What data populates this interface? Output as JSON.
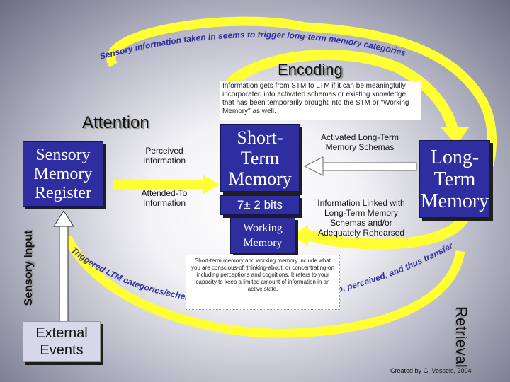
{
  "diagram": {
    "arc_text_top": "Sensory information taken in seems to trigger long-term memory categories or schemas",
    "arc_text_bottom": "Triggered LTM categories/schemas determine what can be attended-to, perceived, and thus transferred from SM to STM",
    "encoding_label": "Encoding",
    "attention_label": "Attention",
    "retrieval_label": "Retrieval",
    "sensory_input_label": "Sensory Input",
    "sensory_register": "Sensory Memory Register",
    "perceived_information": "Perceived Information",
    "attended_information": "Attended-To Information",
    "stm_title": "Short-Term Memory",
    "capacity": "7± 2 bits",
    "working_memory": "Working Memory",
    "ltm_title": "Long-Term Memory",
    "activated_schemas": "Activated Long-Term Memory Schemas",
    "information_linked": "Information Linked with Long-Term Memory Schemas and/or Adequately Rehearsed",
    "encoding_note": "Information gets from STM to LTM if it can be meaningfully incorporated into activated schemas or existing knowledge that has been temporarily brought into the STM or \"Working Memory\" as well.",
    "stm_note": "Short-term memory and working memory include what you are conscious-of, thinking-about, or concentrating-on including perceptions and cognitions. It refers to your capacity to keep a limited amount of information in an active state.",
    "external_events": "External Events",
    "credit": "Created by G. Vessels, 2004",
    "colors": {
      "box_blue": "#2e2ea0",
      "loop_yellow": "#ffff33",
      "note_white": "#ffffff"
    }
  }
}
